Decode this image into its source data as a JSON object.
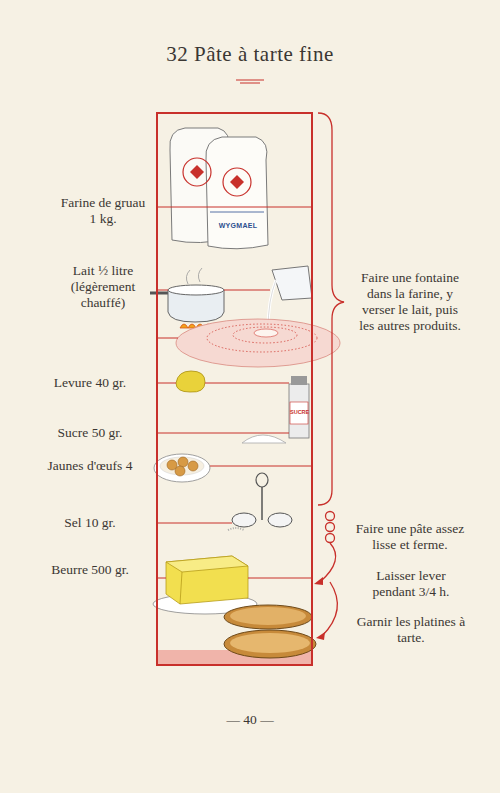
{
  "diagram": {
    "title": "32 Pâte à tarte fine",
    "labels": [
      "Farine de gruau 1 kg.",
      "Lait ½ litre (légèrement chauffé)",
      "Levure 40 gr.",
      "Sucre 50 gr.",
      "Jaunes d'œufs 4",
      "Sel 10 gr.",
      "Beurre 500 gr.",
      "Faire une fontaine dans la farine, y verser le lait, puis les autres produits.",
      "Faire une pâte assez lisse et ferme.",
      "Laisser lever pendant 3/4 h.",
      "Garnir les platines à tarte.",
      "WYGMAEL",
      "SUCRE",
      "— 40 —"
    ]
  }
}
